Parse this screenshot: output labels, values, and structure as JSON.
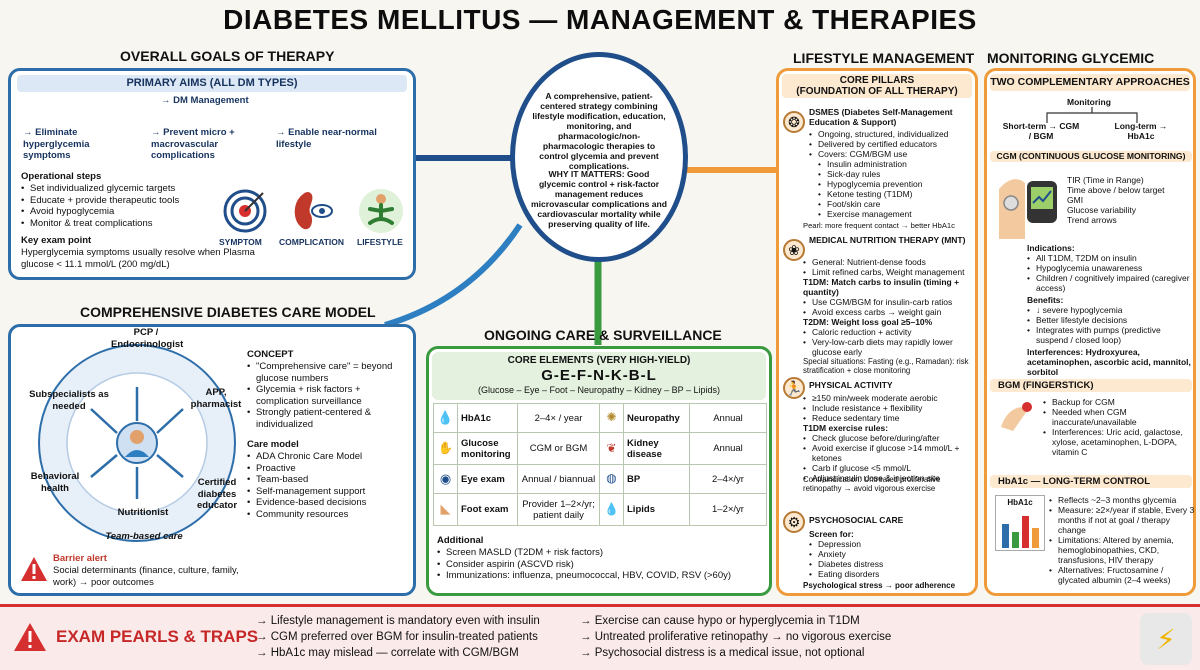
{
  "title": "DIABETES MELLITUS — MANAGEMENT & THERAPIES",
  "colors": {
    "navy": "#1f4e8a",
    "blue": "#2d6eaa",
    "green": "#3a9a3f",
    "orange": "#ef9b3a",
    "red": "#d62f2f"
  },
  "goals": {
    "heading": "OVERALL GOALS OF THERAPY",
    "primary_aims": "PRIMARY AIMS (ALL DM TYPES)",
    "dm_management": "→ DM Management",
    "aims": [
      "→ Eliminate hyperglycemia symptoms",
      "→ Prevent micro + macrovascular complications",
      "→ Enable near-normal lifestyle"
    ],
    "op_title": "Operational steps",
    "op_steps": [
      "Set individualized glycemic targets",
      "Educate + provide therapeutic tools",
      "Avoid hypoglycemia",
      "Monitor & treat complications"
    ],
    "key_title": "Key exam point",
    "key_text": "Hyperglycemia symptoms usually resolve when Plasma glucose < 11.1 mmol/L (200 mg/dL)",
    "icon_labels": [
      "SYMPTOM",
      "COMPLICATION",
      "LIFESTYLE"
    ]
  },
  "center": {
    "text": "A comprehensive, patient-centered strategy combining lifestyle modification, education, monitoring, and pharmacologic/non-pharmacologic therapies to control glycemia and prevent complications.",
    "why": "WHY IT MATTERS: Good glycemic control + risk-factor management reduces microvascular complications and cardiovascular mortality while preserving quality of life."
  },
  "care_model": {
    "heading": "COMPREHENSIVE DIABETES CARE MODEL",
    "nodes": [
      "PCP / Endocrinologist",
      "APP, pharmacist",
      "Certified diabetes educator",
      "Nutritionist",
      "Behavioral health",
      "Subspecialists as needed"
    ],
    "ring_label": "Team-based care",
    "concept_title": "CONCEPT",
    "concept": [
      "\"Comprehensive care\" = beyond glucose numbers",
      "Glycemia + risk factors + complication surveillance",
      "Strongly patient-centered & individualized"
    ],
    "model_title": "Care model",
    "model": [
      "ADA Chronic Care Model",
      "Proactive",
      "Team-based",
      "Self-management support",
      "Evidence-based decisions",
      "Community resources"
    ],
    "barrier_title": "Barrier alert",
    "barrier_text": "Social determinants (finance, culture, family, work) → poor outcomes"
  },
  "ongoing": {
    "heading": "ONGOING CARE & SURVEILLANCE",
    "core_title": "CORE ELEMENTS (VERY HIGH-YIELD)",
    "mnemonic": "G-E-F-N-K-B-L",
    "mnemonic_sub": "(Glucose – Eye – Foot – Neuropathy – Kidney – BP – Lipids)",
    "rows": [
      {
        "l_name": "HbA1c",
        "l_val": "2–4× / year",
        "r_name": "Neuropathy",
        "r_val": "Annual"
      },
      {
        "l_name": "Glucose monitoring",
        "l_val": "CGM or BGM",
        "r_name": "Kidney disease",
        "r_val": "Annual"
      },
      {
        "l_name": "Eye exam",
        "l_val": "Annual / biannual",
        "r_name": "BP",
        "r_val": "2–4×/yr"
      },
      {
        "l_name": "Foot exam",
        "l_val": "Provider 1–2×/yr; patient daily",
        "r_name": "Lipids",
        "r_val": "1–2×/yr"
      }
    ],
    "additional_title": "Additional",
    "additional": [
      "Screen MASLD (T2DM + risk factors)",
      "Consider aspirin (ASCVD risk)",
      "Immunizations: influenza, pneumococcal, HBV, COVID, RSV (>60y)"
    ]
  },
  "lifestyle": {
    "heading": "LIFESTYLE MANAGEMENT",
    "pillars_title": "CORE PILLARS",
    "pillars_sub": "(FOUNDATION OF ALL THERAPY)",
    "dsmes_title": "DSMES (Diabetes Self-Management Education & Support)",
    "dsmes": [
      "Ongoing, structured, individualized",
      "Delivered by certified educators",
      "Covers: CGM/BGM use"
    ],
    "dsmes_sub": [
      "Insulin administration",
      "Sick-day rules",
      "Hypoglycemia prevention",
      "Ketone testing (T1DM)",
      "Foot/skin care",
      "Exercise management"
    ],
    "dsmes_pearl": "Pearl: more frequent contact → better HbA1c",
    "mnt_title": "MEDICAL NUTRITION THERAPY (MNT)",
    "mnt_general": [
      "General: Nutrient-dense foods",
      "Limit refined carbs, Weight management"
    ],
    "mnt_t1_title": "T1DM: Match carbs to insulin (timing + quantity)",
    "mnt_t1": [
      "Use CGM/BGM for insulin-carb ratios",
      "Avoid excess carbs → weight gain"
    ],
    "mnt_t2_title": "T2DM: Weight loss goal ≥5–10%",
    "mnt_t2": [
      "Caloric reduction + activity",
      "Very-low-carb diets may rapidly lower glucose early"
    ],
    "mnt_special": "Special situations: Fasting (e.g., Ramadan): risk stratification + close monitoring",
    "pa_title": "PHYSICAL ACTIVITY",
    "pa": [
      "≥150 min/week moderate aerobic",
      "Include resistance + flexibility",
      "Reduce sedentary time"
    ],
    "pa_t1_title": "T1DM exercise rules:",
    "pa_t1": [
      "Check glucose before/during/after",
      "Avoid exercise if glucose >14 mmol/L + ketones",
      "Carb if glucose <5 mmol/L",
      "Adjust insulin dose & injection site"
    ],
    "pa_contra": "Contraindication: Untreated proliferative retinopathy → avoid vigorous exercise",
    "psy_title": "PSYCHOSOCIAL CARE",
    "psy_screen": "Screen for:",
    "psy": [
      "Depression",
      "Anxiety",
      "Diabetes distress",
      "Eating disorders"
    ],
    "psy_note": "Psychological stress → poor adherence"
  },
  "monitoring": {
    "heading": "MONITORING GLYCEMIC CONTROL",
    "two_title": "TWO COMPLEMENTARY APPROACHES",
    "monitoring_label": "Monitoring",
    "short_term": "Short-term → CGM / BGM",
    "long_term": "Long-term → HbA1c",
    "cgm_title": "CGM (CONTINUOUS GLUCOSE MONITORING)",
    "cgm_metrics": [
      "TIR (Time in Range)",
      "Time above / below target",
      "GMI",
      "Glucose variability",
      "Trend arrows"
    ],
    "ind_title": "Indications:",
    "indications": [
      "All T1DM, T2DM on insulin",
      "Hypoglycemia unawareness",
      "Children / cognitively impaired (caregiver access)"
    ],
    "ben_title": "Benefits:",
    "benefits": [
      "↓ severe hypoglycemia",
      "Better lifestyle decisions",
      "Integrates with pumps (predictive suspend / closed loop)"
    ],
    "interferences": "Interferences: Hydroxyurea, acetaminophen, ascorbic acid, mannitol, sorbitol",
    "bgm_title": "BGM (FINGERSTICK)",
    "bgm": [
      "Backup for CGM",
      "Needed when CGM inaccurate/unavailable",
      "Interferences: Uric acid, galactose, xylose, acetaminophen, L-DOPA, vitamin C"
    ],
    "hba1c_title": "HbA1c — LONG-TERM CONTROL",
    "hba1c_chart_label": "HbA1c",
    "hba1c": [
      "Reflects ~2–3 months glycemia",
      "Measure: ≥2×/year if stable, Every 3 months if not at goal / therapy change",
      "Limitations: Altered by anemia, hemoglobinopathies, CKD, transfusions, HIV therapy",
      "Alternatives: Fructosamine / glycated albumin (2–4 weeks)"
    ]
  },
  "pearls": {
    "title": "EXAM PEARLS & TRAPS",
    "col1": [
      "→ Lifestyle management is mandatory even with insulin",
      "→ CGM preferred over BGM for insulin-treated patients",
      "→ HbA1c may mislead — correlate with CGM/BGM"
    ],
    "col2": [
      "→ Exercise can cause hypo or hyperglycemia in T1DM",
      "→ Untreated proliferative retinopathy → no vigorous exercise",
      "→ Psychosocial distress is a medical issue, not optional"
    ]
  }
}
